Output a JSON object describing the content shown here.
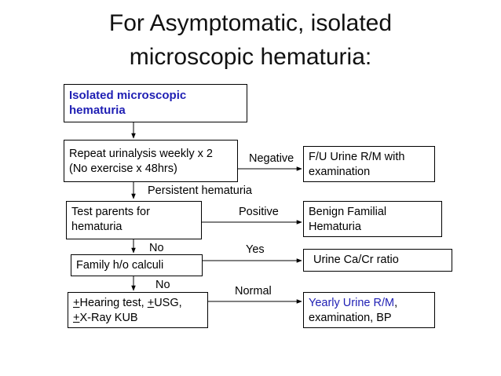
{
  "title": {
    "line1": "For Asymptomatic, isolated",
    "line2": "microscopic hematuria:"
  },
  "nodes": {
    "start": {
      "line1": "Isolated microscopic",
      "line2": "hematuria"
    },
    "repeat": {
      "line1": "Repeat urinalysis weekly x 2",
      "line2": "(No exercise x 48hrs)"
    },
    "fu": {
      "line1": "F/U Urine R/M with",
      "line2": "examination"
    },
    "parents": {
      "line1": "Test parents for",
      "line2": "hematuria"
    },
    "benign": {
      "line1": "Benign Familial",
      "line2": "Hematuria"
    },
    "calculi": {
      "text": "Family h/o calculi"
    },
    "ratio": {
      "text": "Urine Ca/Cr ratio"
    },
    "tests": {
      "sign1": "+",
      "part1": "Hearing test, ",
      "sign2": "+",
      "part2": "USG,",
      "sign3": "+",
      "part3": "X-Ray KUB"
    },
    "yearly": {
      "blue": "Yearly Urine R/M",
      "rest1": ",",
      "line2": "examination, BP"
    }
  },
  "edge_labels": {
    "negative": "Negative",
    "persistent": "Persistent hematuria",
    "positive": "Positive",
    "no1": "No",
    "yes": "Yes",
    "no2": "No",
    "normal": "Normal"
  },
  "colors": {
    "accent": "#1f1fb4",
    "line": "#000000"
  }
}
